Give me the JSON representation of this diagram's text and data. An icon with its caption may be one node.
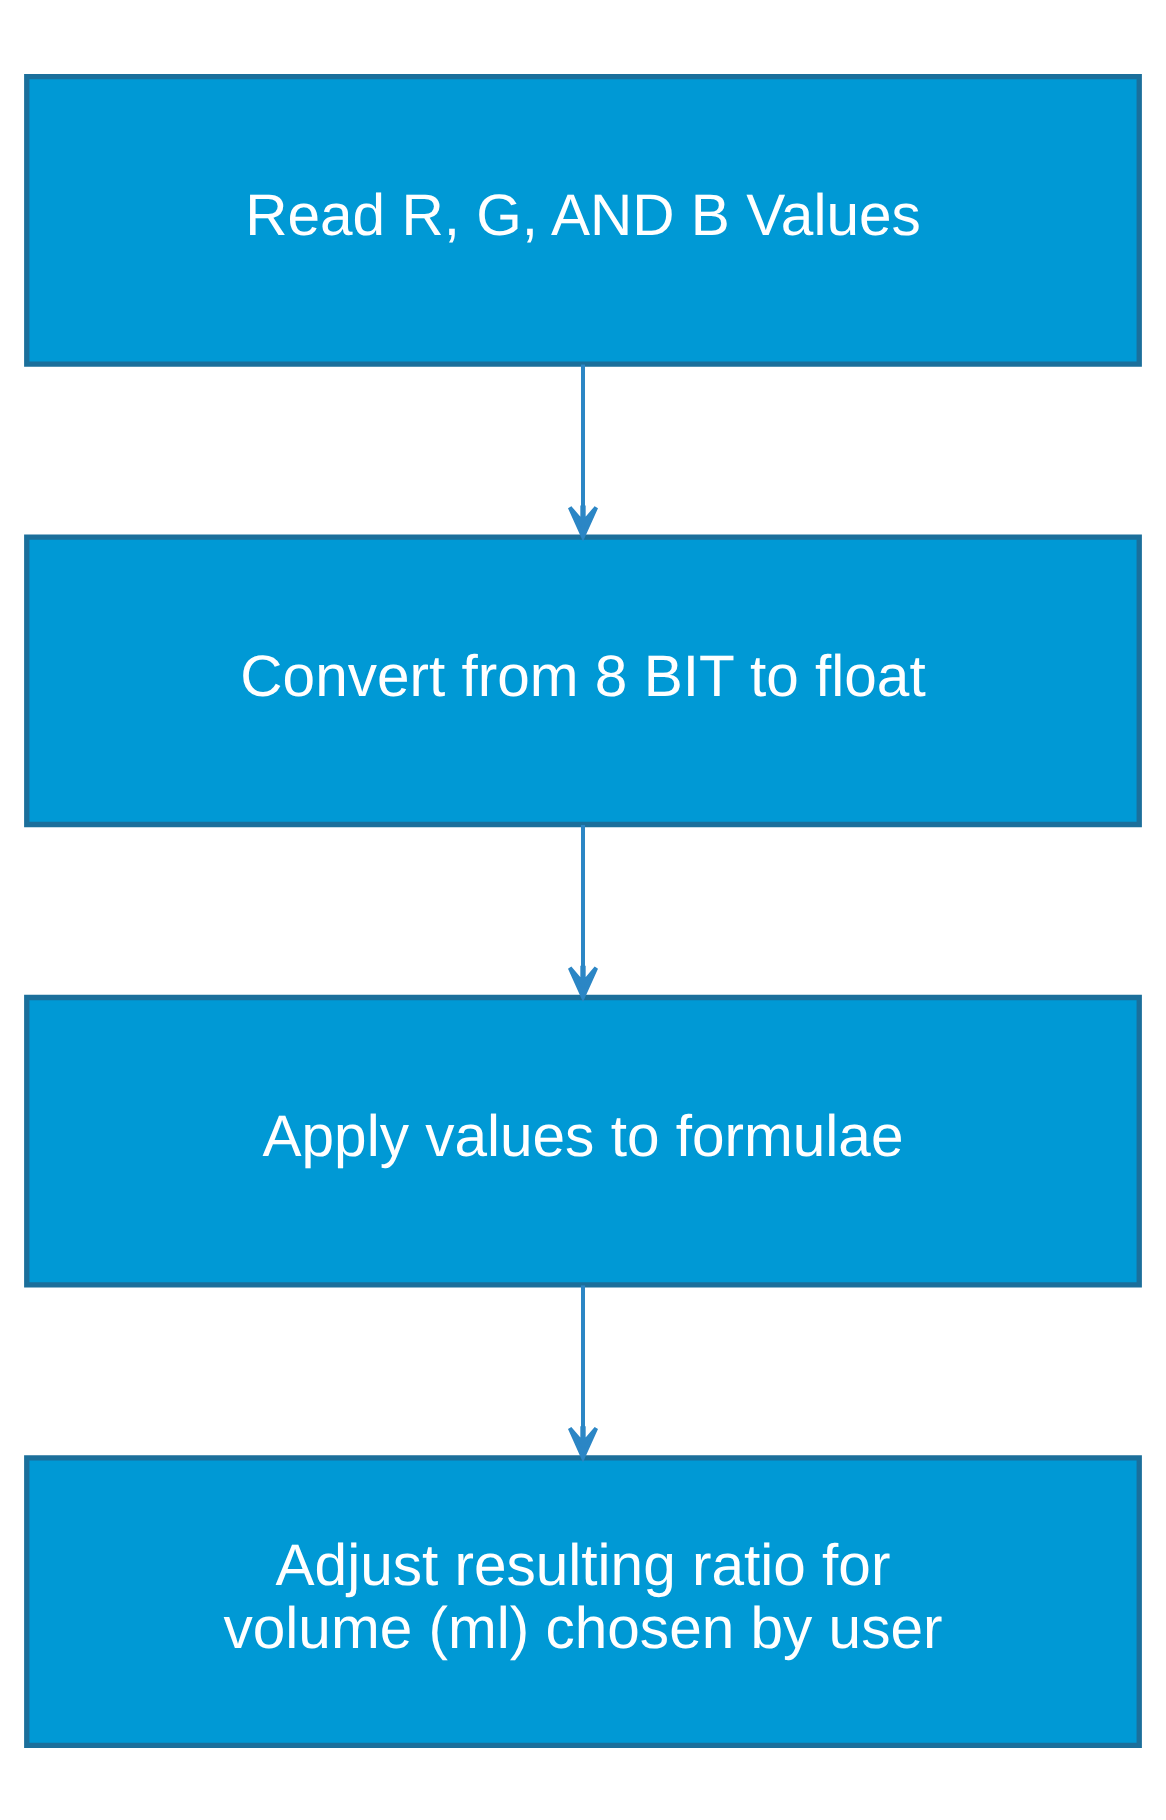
{
  "diagram": {
    "nodes": [
      {
        "text": [
          "Read R, G, AND B Values"
        ]
      },
      {
        "text": [
          "Convert from 8 BIT to float"
        ]
      },
      {
        "text": [
          "Apply values to formulae"
        ]
      },
      {
        "text": [
          "Adjust resulting ratio for volume (ml) chosen by user"
        ]
      }
    ],
    "edges": [
      {
        "from": 0,
        "to": 1,
        "arrow": "to"
      },
      {
        "from": 1,
        "to": 2,
        "arrow": "to"
      },
      {
        "from": 2,
        "to": 3,
        "arrow": "to"
      }
    ]
  }
}
